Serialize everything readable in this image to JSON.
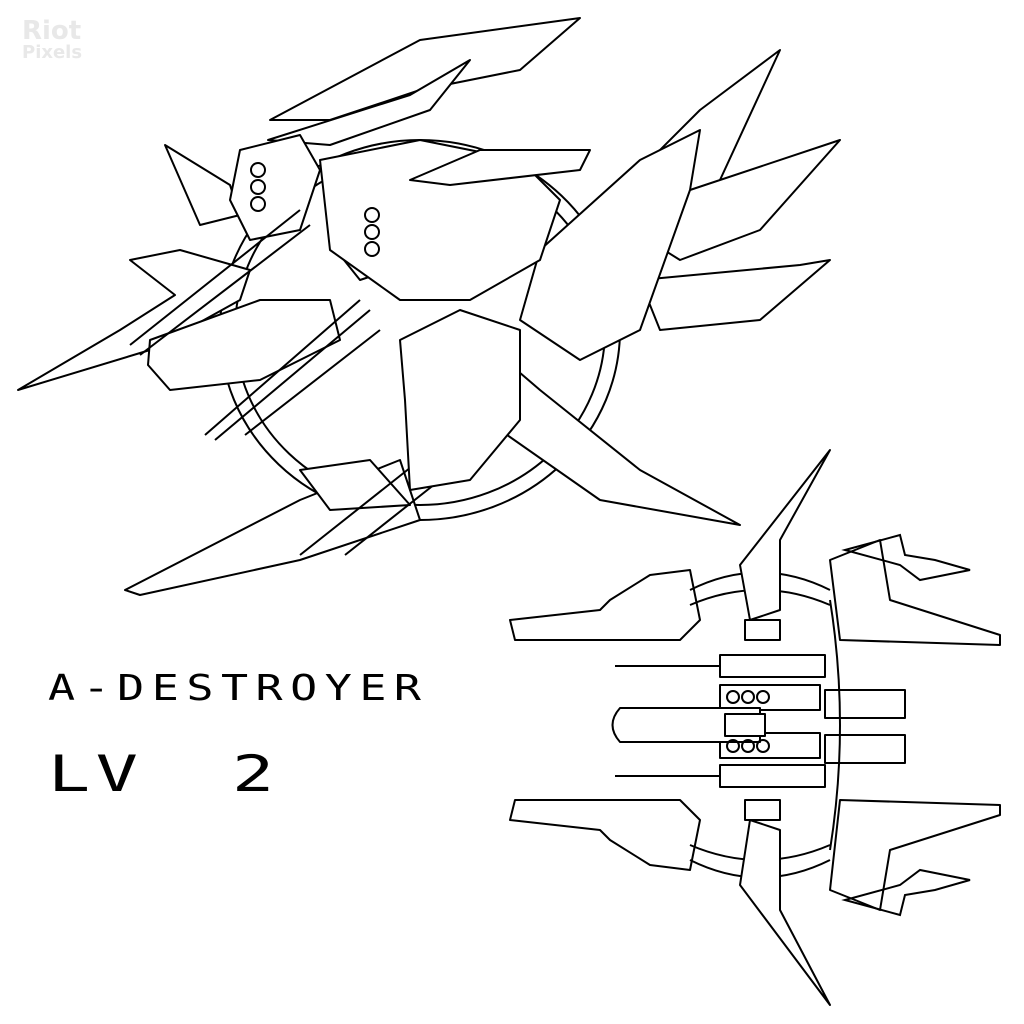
{
  "watermark": {
    "line1": "Riot",
    "line2": "Pixels"
  },
  "ship": {
    "name": "A-DESTROYER",
    "level_label": "LV",
    "level_value": "2"
  }
}
